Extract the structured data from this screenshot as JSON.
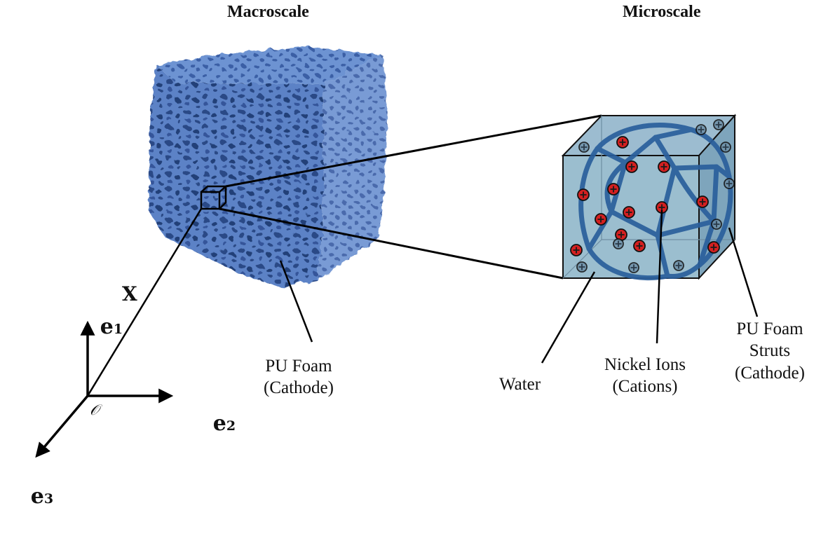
{
  "titles": {
    "macro": "Macroscale",
    "micro": "Microscale"
  },
  "labels": {
    "foam_macro": "PU Foam\n(Cathode)",
    "water": "Water",
    "nickel": "Nickel Ions\n(Cations)",
    "struts": "PU Foam\nStruts\n(Cathode)"
  },
  "axes": {
    "e1_base": "e",
    "e1_sub": "1",
    "e2_base": "e",
    "e2_sub": "2",
    "e3_base": "e",
    "e3_sub": "3",
    "position": "X",
    "origin": "𝒪"
  },
  "colors": {
    "foam": "#5a80c4",
    "foam_dark": "#2f4f8a",
    "water": "#8fb3c6",
    "strut": "#2a5f9c",
    "cation": "#d42020",
    "ion_neutral": "#6e90a8",
    "line": "#000000"
  },
  "icons": {
    "cation": "plus-in-circle-icon"
  }
}
